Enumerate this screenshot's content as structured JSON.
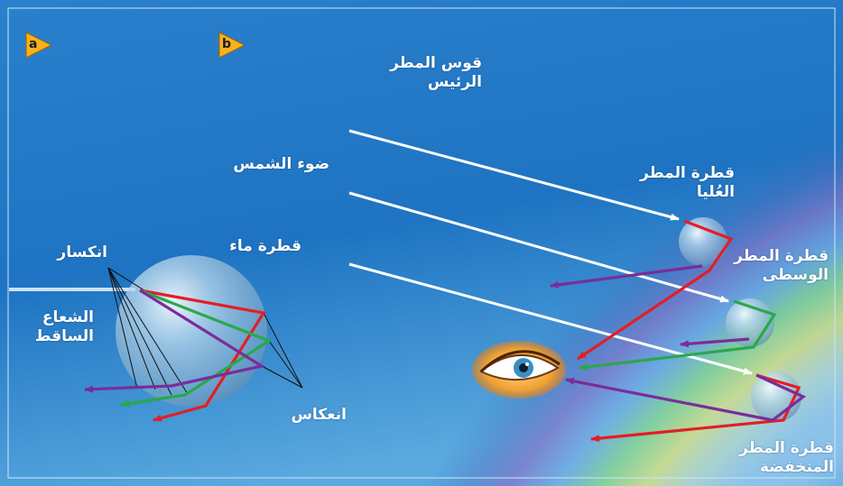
{
  "panels": {
    "a": "a",
    "b": "b"
  },
  "labels": {
    "primary_rainbow": "قوس المطر\nالرئيس",
    "sunlight": "ضوء الشمس",
    "upper_drop": "قطرة المطر\nالعُليا",
    "middle_drop": "قطرة المطر\nالوسطى",
    "lower_drop": "قطرة المطر\nالمنخفضة",
    "water_drop": "قطرة ماء",
    "refraction": "انكسار",
    "incident_ray": "الشعاع\nالساقط",
    "reflection": "انعكاس"
  },
  "colors": {
    "sky_light": "#7ec3ea",
    "sky_dark": "#1565b8",
    "red_ray": "#e31e24",
    "green_ray": "#2aa84a",
    "purple_ray": "#7b2c9a",
    "white_ray": "#ffffff",
    "tag_fill": "#f6b21b"
  }
}
